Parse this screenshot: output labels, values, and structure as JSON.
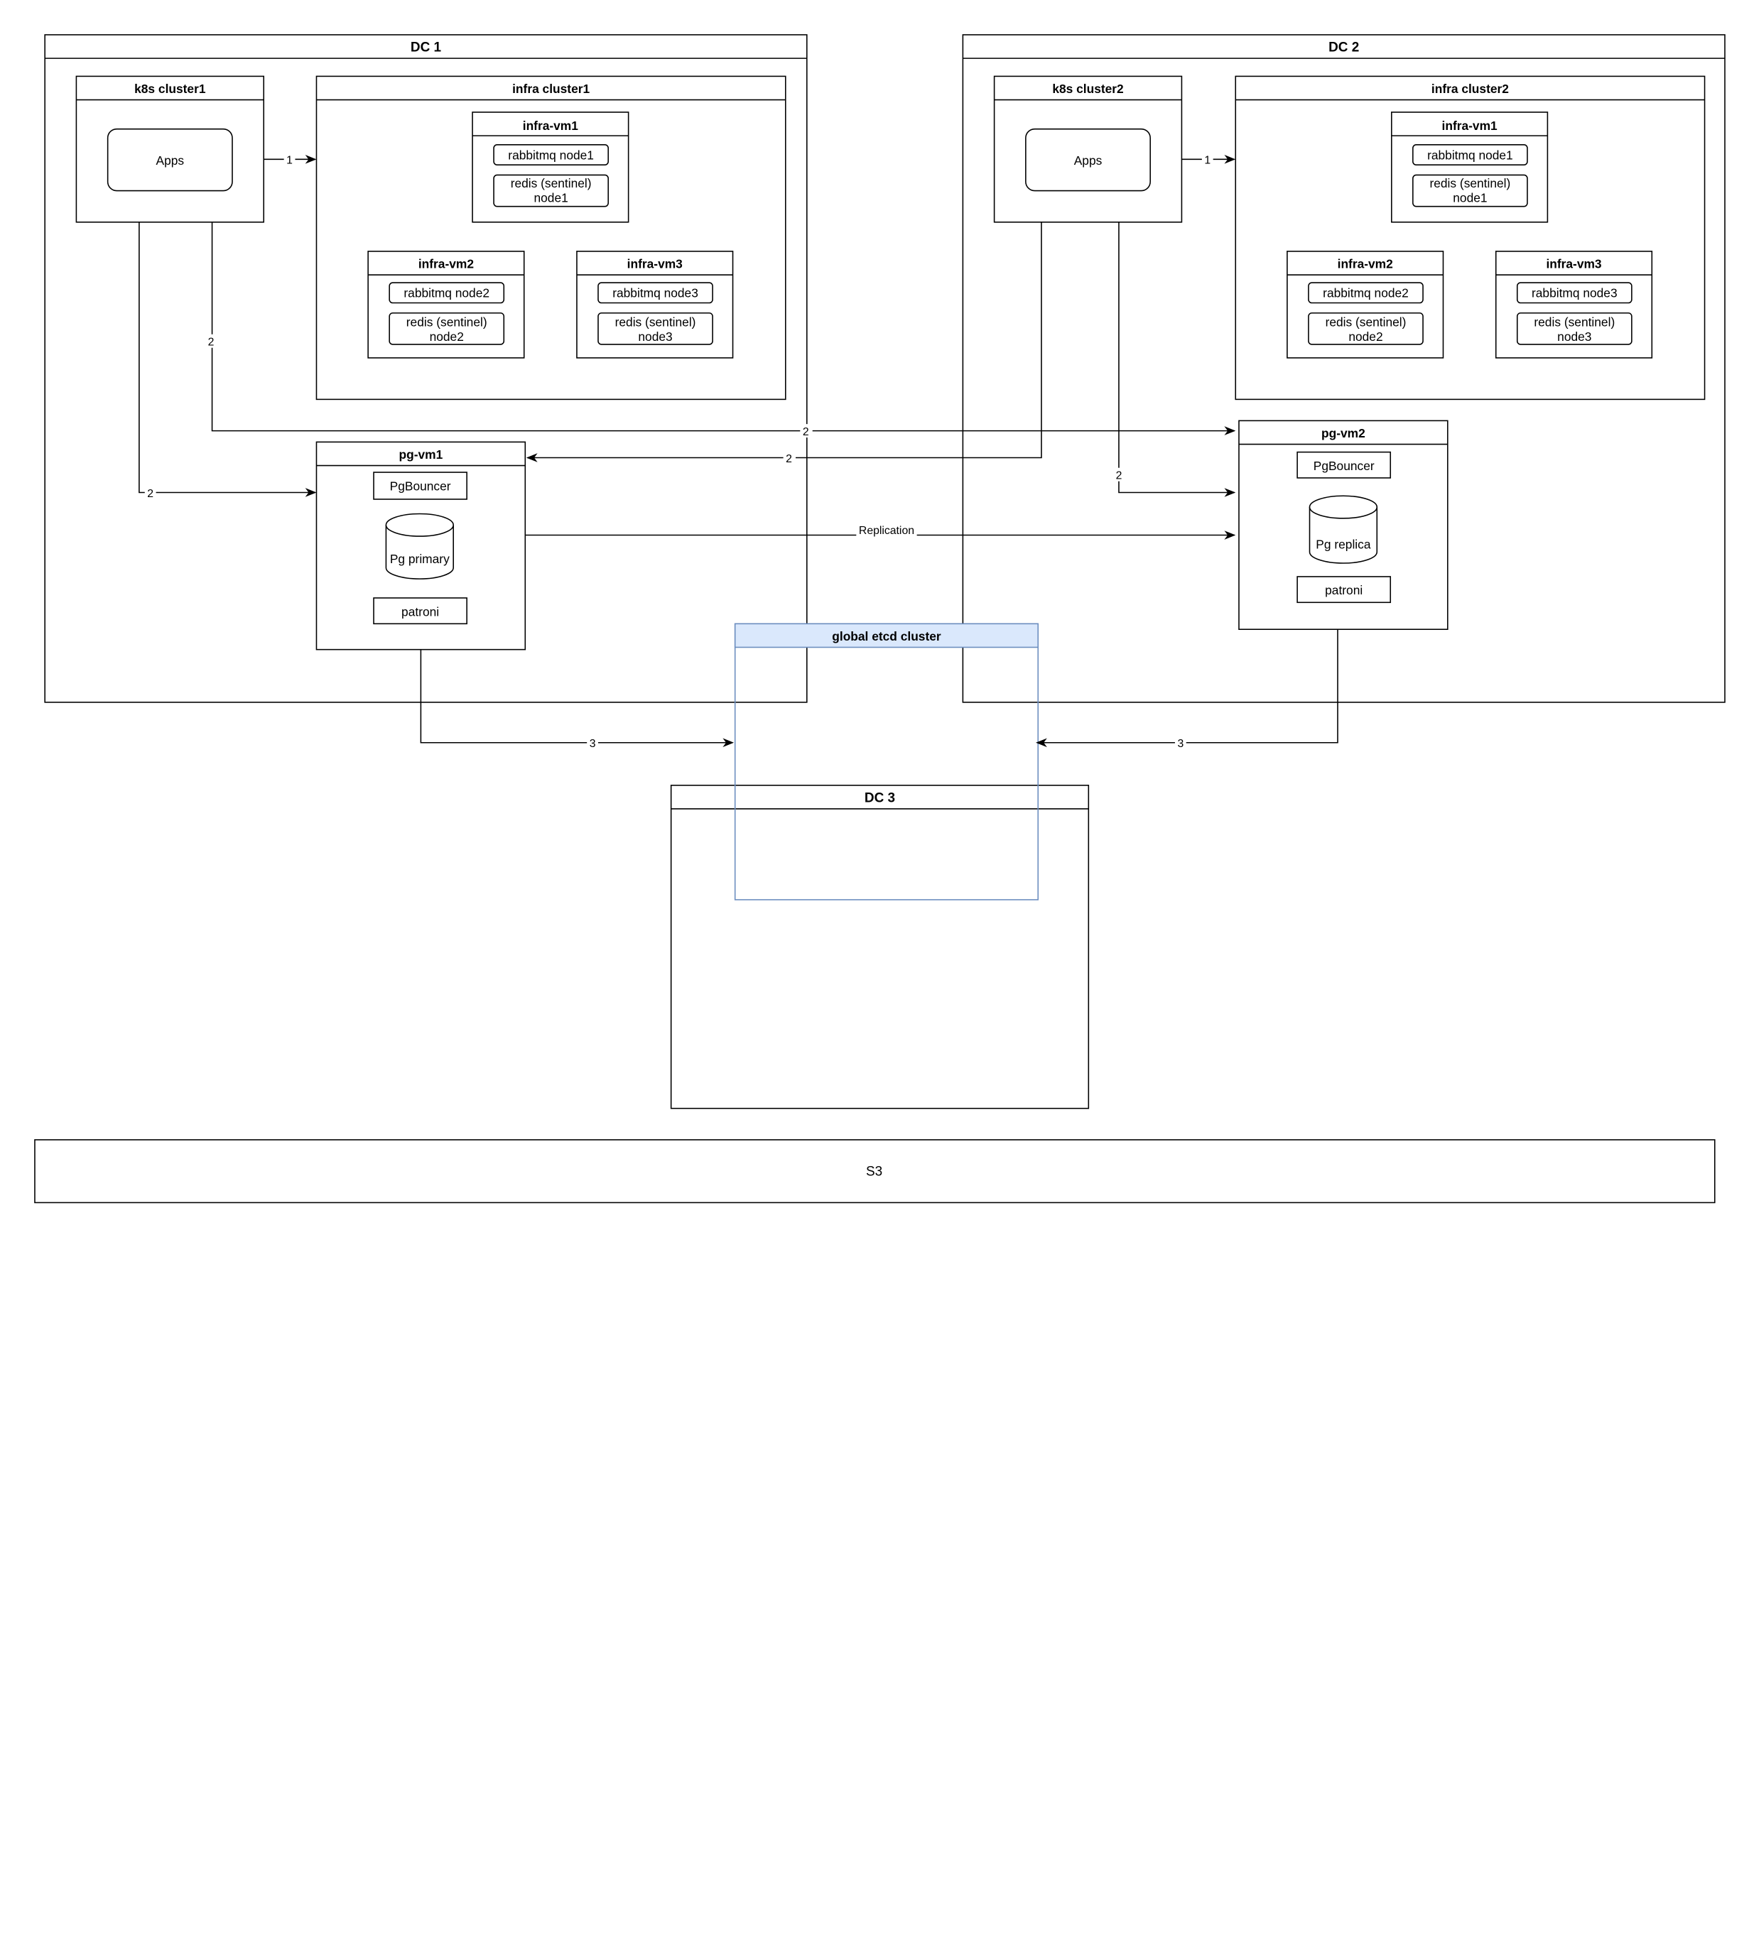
{
  "dc1": {
    "title": "DC 1",
    "k8s": {
      "title": "k8s cluster1",
      "apps": "Apps"
    },
    "infra": {
      "title": "infra cluster1",
      "vm1": {
        "title": "infra-vm1",
        "rabbit": "rabbitmq node1",
        "redis_l1": "redis (sentinel)",
        "redis_l2": "node1"
      },
      "vm2": {
        "title": "infra-vm2",
        "rabbit": "rabbitmq node2",
        "redis_l1": "redis (sentinel)",
        "redis_l2": "node2"
      },
      "vm3": {
        "title": "infra-vm3",
        "rabbit": "rabbitmq node3",
        "redis_l1": "redis (sentinel)",
        "redis_l2": "node3"
      }
    },
    "pg": {
      "title": "pg-vm1",
      "bouncer": "PgBouncer",
      "db": "Pg primary",
      "patroni": "patroni"
    }
  },
  "dc2": {
    "title": "DC 2",
    "k8s": {
      "title": "k8s cluster2",
      "apps": "Apps"
    },
    "infra": {
      "title": "infra cluster2",
      "vm1": {
        "title": "infra-vm1",
        "rabbit": "rabbitmq node1",
        "redis_l1": "redis (sentinel)",
        "redis_l2": "node1"
      },
      "vm2": {
        "title": "infra-vm2",
        "rabbit": "rabbitmq node2",
        "redis_l1": "redis (sentinel)",
        "redis_l2": "node2"
      },
      "vm3": {
        "title": "infra-vm3",
        "rabbit": "rabbitmq node3",
        "redis_l1": "redis (sentinel)",
        "redis_l2": "node3"
      }
    },
    "pg": {
      "title": "pg-vm2",
      "bouncer": "PgBouncer",
      "db": "Pg replica",
      "patroni": "patroni"
    }
  },
  "dc3": {
    "title": "DC 3"
  },
  "etcd": {
    "title": "global etcd cluster",
    "header_color": "#dae8fc",
    "border_color": "#6c8ebf"
  },
  "s3": {
    "label": "S3"
  },
  "edges": {
    "apps1_infra1": "1",
    "apps2_infra2": "1",
    "k8s1_pgvm2": "2",
    "k8s1_pgvm1": "2",
    "k8s2_pgvm1": "2",
    "k8s2_pgvm2": "2",
    "replication": "Replication",
    "pgvm1_etcd": "3",
    "pgvm2_etcd": "3"
  }
}
